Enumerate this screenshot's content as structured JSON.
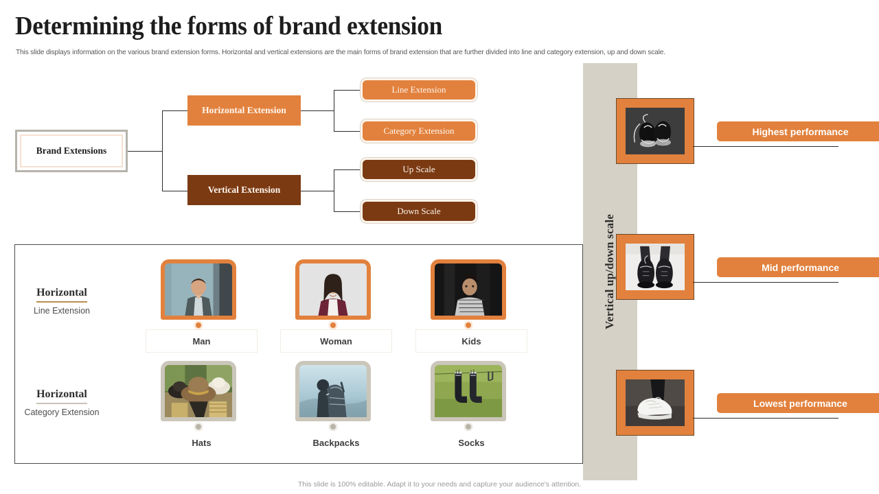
{
  "header": {
    "title": "Determining the forms of brand extension",
    "subtitle": "This slide displays information on the various brand extension forms. Horizontal and vertical extensions are the main forms of brand extension that are further divided into line and category extension, up and down scale."
  },
  "tree": {
    "root": "Brand Extensions",
    "branches": [
      {
        "label": "Horizontal Extension",
        "color": "#e2813d"
      },
      {
        "label": "Vertical Extension",
        "color": "#7b3a12"
      }
    ],
    "leaves": [
      {
        "label": "Line Extension",
        "color": "#e2813d"
      },
      {
        "label": "Category Extension",
        "color": "#e2813d"
      },
      {
        "label": "Up Scale",
        "color": "#7b3a12"
      },
      {
        "label": "Down Scale",
        "color": "#7b3a12"
      }
    ]
  },
  "panel": {
    "rows": [
      {
        "title": "Horizontal",
        "subtitle": "Line Extension",
        "underline_color": "#b98d4d",
        "items": [
          {
            "caption": "Man",
            "image": "man-portrait-photo"
          },
          {
            "caption": "Woman",
            "image": "woman-portrait-photo"
          },
          {
            "caption": "Kids",
            "image": "child-portrait-photo"
          }
        ]
      },
      {
        "title": "Horizontal",
        "subtitle": "Category Extension",
        "underline_color": "#c8c3b8",
        "items": [
          {
            "caption": "Hats",
            "image": "hats-photo"
          },
          {
            "caption": "Backpacks",
            "image": "backpack-hiker-photo"
          },
          {
            "caption": "Socks",
            "image": "socks-on-line-photo"
          }
        ]
      }
    ]
  },
  "vertical_section": {
    "axis_label": "Vertical up/down scale",
    "band_color": "#d6d1c6",
    "items": [
      {
        "label": "Highest performance",
        "image": "black-sneakers-photo"
      },
      {
        "label": "Mid performance",
        "image": "dress-shoes-photo"
      },
      {
        "label": "Lowest performance",
        "image": "white-sneaker-photo"
      }
    ]
  },
  "footer": {
    "note": "This slide is 100% editable. Adapt it to your needs and capture your audience's attention."
  }
}
